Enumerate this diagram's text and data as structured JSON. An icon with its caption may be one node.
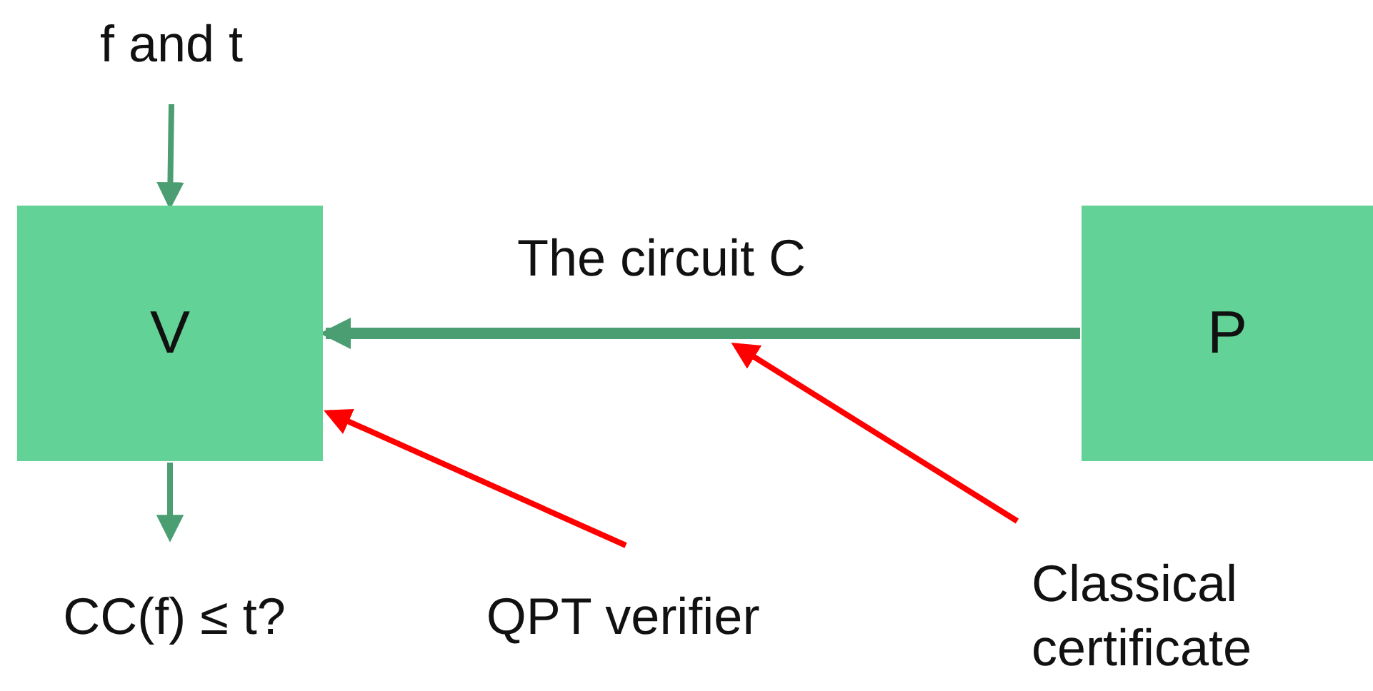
{
  "diagram": {
    "nodes": [
      {
        "text": [
          "f and t"
        ]
      },
      {
        "text": [
          "V"
        ]
      },
      {
        "text": [
          "P"
        ]
      },
      {
        "text": [
          "CC(f) ≤ t?"
        ]
      },
      {
        "text": [
          "QPT verifier"
        ]
      },
      {
        "text": [
          "Classical certificate"
        ]
      }
    ],
    "edges": [
      {
        "from": 0,
        "to": 1,
        "arrow": "to"
      },
      {
        "from": 2,
        "to": 1,
        "arrow": "to",
        "label": "The circuit C",
        "style": "thick"
      },
      {
        "from": 1,
        "to": 3,
        "arrow": "to"
      },
      {
        "from": 4,
        "to": 1,
        "arrow": "to",
        "color": "#ff0000"
      },
      {
        "from": 5,
        "to": null,
        "arrow": "to",
        "color": "#ff0000"
      }
    ]
  }
}
